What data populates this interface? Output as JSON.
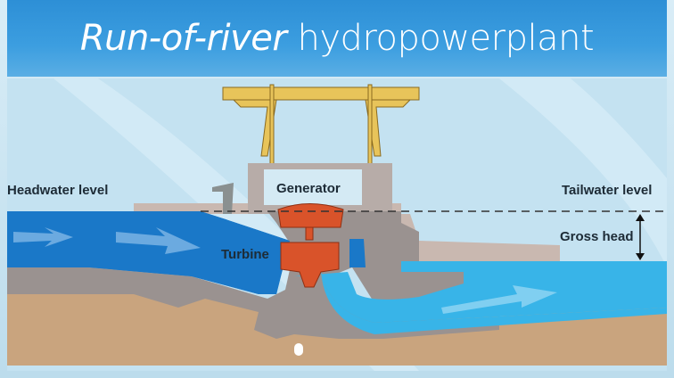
{
  "title": {
    "italic": "Run-of-river",
    "rest": " hydropowerplant"
  },
  "labels": {
    "headwater": "Headwater level",
    "generator": "Generator",
    "tailwater": "Tailwater level",
    "turbine": "Turbine",
    "gross_head": "Gross head"
  },
  "colors": {
    "water_dark": "#1a78c8",
    "water_light": "#38b4e8",
    "concrete": "#9a9290",
    "ground": "#c9a47e",
    "machine": "#d9532a",
    "crane": "#e8c45a"
  }
}
